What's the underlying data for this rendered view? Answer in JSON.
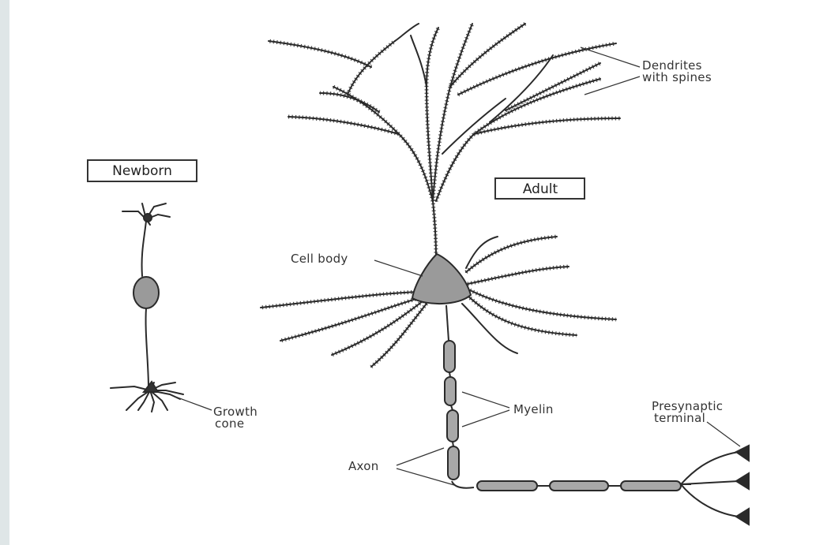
{
  "labels": {
    "newborn": "Newborn",
    "adult": "Adult",
    "dendrites_line1": "Dendrites",
    "dendrites_line2": "with spines",
    "cell_body": "Cell body",
    "growth_line1": "Growth",
    "growth_line2": "cone",
    "myelin": "Myelin",
    "presynaptic_line1": "Presynaptic",
    "presynaptic_line2": "terminal",
    "axon": "Axon"
  },
  "colors": {
    "ink": "#2a2a2a",
    "soma_fill": "#9a9a9a",
    "myelin_fill": "#a8a8a8",
    "background": "#dfe6e7",
    "paper": "#ffffff"
  }
}
